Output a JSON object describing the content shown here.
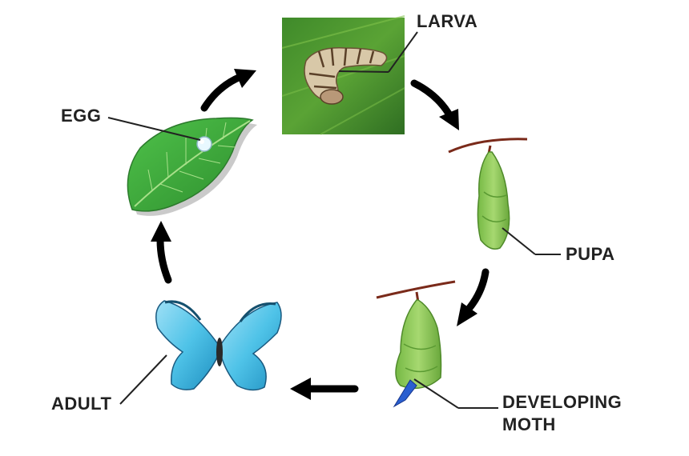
{
  "stages": {
    "larva": {
      "label": "LARVA",
      "icon": "larva-photo"
    },
    "egg": {
      "label": "EGG",
      "icon": "leaf-with-egg"
    },
    "pupa": {
      "label": "PUPA",
      "icon": "pupa-chrysalis"
    },
    "developing_moth": {
      "label_line1": "DEVELOPING",
      "label_line2": "MOTH",
      "icon": "chrysalis-with-emerging-wing"
    },
    "adult": {
      "label": "ADULT",
      "icon": "blue-butterfly"
    }
  },
  "colors": {
    "arrow": "#000000",
    "leaf": "#3fae3c",
    "pupa": "#8dc95a",
    "butterfly": "#4fc3e8",
    "stem": "#7a2a1a"
  }
}
